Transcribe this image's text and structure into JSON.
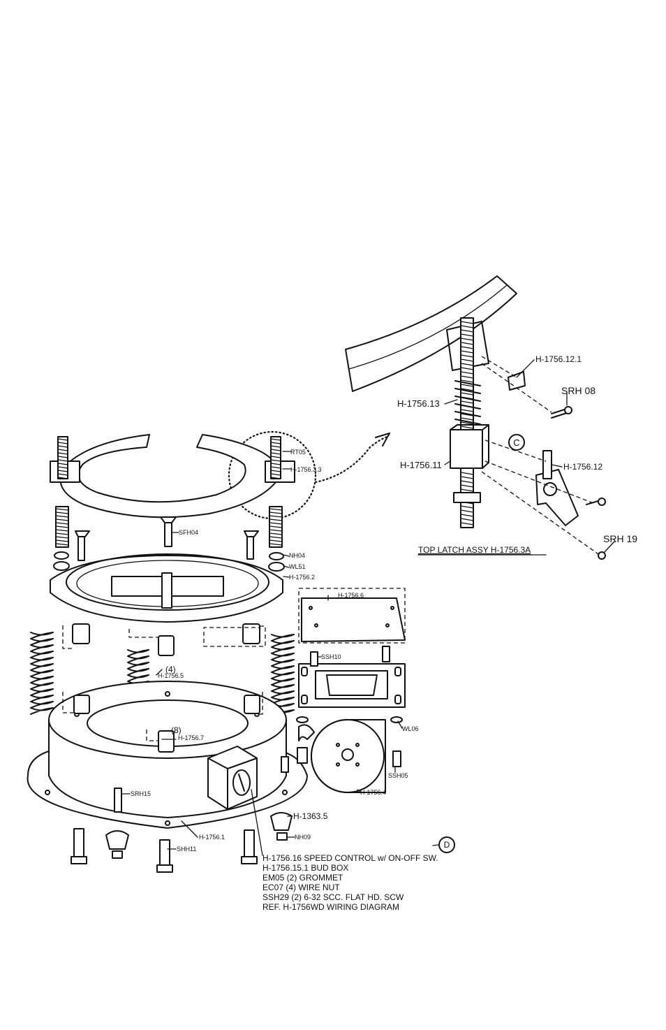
{
  "labels": {
    "h1756_12_1": "H-1756.12.1",
    "srh08": "SRH 08",
    "h1756_13": "H-1756.13",
    "h1756_11": "H-1756.11",
    "h1756_12": "H-1756.12",
    "srh19": "SRH 19",
    "top_latch": "TOP LATCH ASSY H-1756.3A",
    "circle_c": "C",
    "circle_d": "D",
    "rt05": "RT05",
    "h1756_3": "H-1756.3.3",
    "sfh04": "SFH04",
    "nh04": "NH04",
    "wl51": "WL51",
    "h1756_2": "H-1756.2",
    "h1756_6": "H-1756.6",
    "ssh10": "SSH10",
    "qty4": "(4)",
    "h1756_5": "H-1756.5",
    "qty8": "(8)",
    "h1756_7": "H-1756.7",
    "wl06": "WL06",
    "ssh05": "SSH05",
    "h1756_4": "H-1756.4",
    "srh15": "SRH15",
    "h1363_5": "H-1363.5",
    "nh09": "NH09",
    "h1756_1": "H-1756.1",
    "shh11": "SHH11"
  },
  "notes": [
    "H-1756.16  SPEED CONTROL w/ ON-OFF SW.",
    "H-1756.15.1 BUD BOX",
    "EM05 (2) GROMMET",
    "EC07 (4)  WIRE NUT",
    "SSH29 (2)   6-32 SCC. FLAT HD. SCW",
    "REF. H-1756WD WIRING DIAGRAM"
  ]
}
